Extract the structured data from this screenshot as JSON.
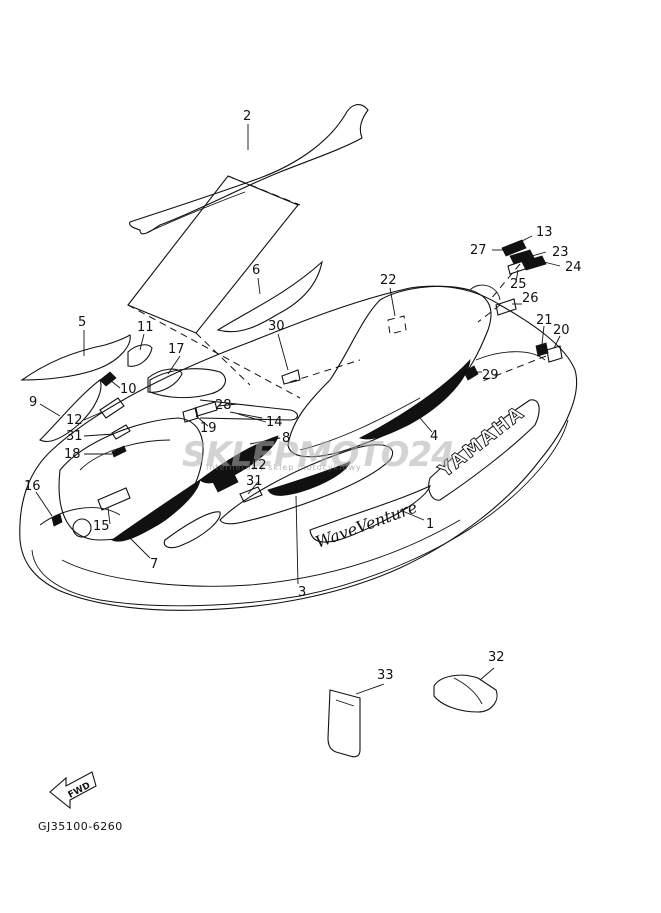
{
  "diagram_code": "GJ35100-6260",
  "fwd_label": "FWD",
  "hull_logo": "YAMAHA",
  "hull_script": "WaveVenture",
  "watermark": {
    "brand": "SKLEPMOTO24",
    "tagline": "internetowy sklep motocyklowy"
  },
  "part_labels": [
    "1",
    "2",
    "3",
    "4",
    "5",
    "6",
    "7",
    "8",
    "9",
    "10",
    "11",
    "12",
    "12",
    "13",
    "14",
    "15",
    "16",
    "17",
    "18",
    "19",
    "20",
    "21",
    "22",
    "23",
    "24",
    "25",
    "26",
    "27",
    "28",
    "29",
    "30",
    "31",
    "31",
    "32",
    "33"
  ]
}
